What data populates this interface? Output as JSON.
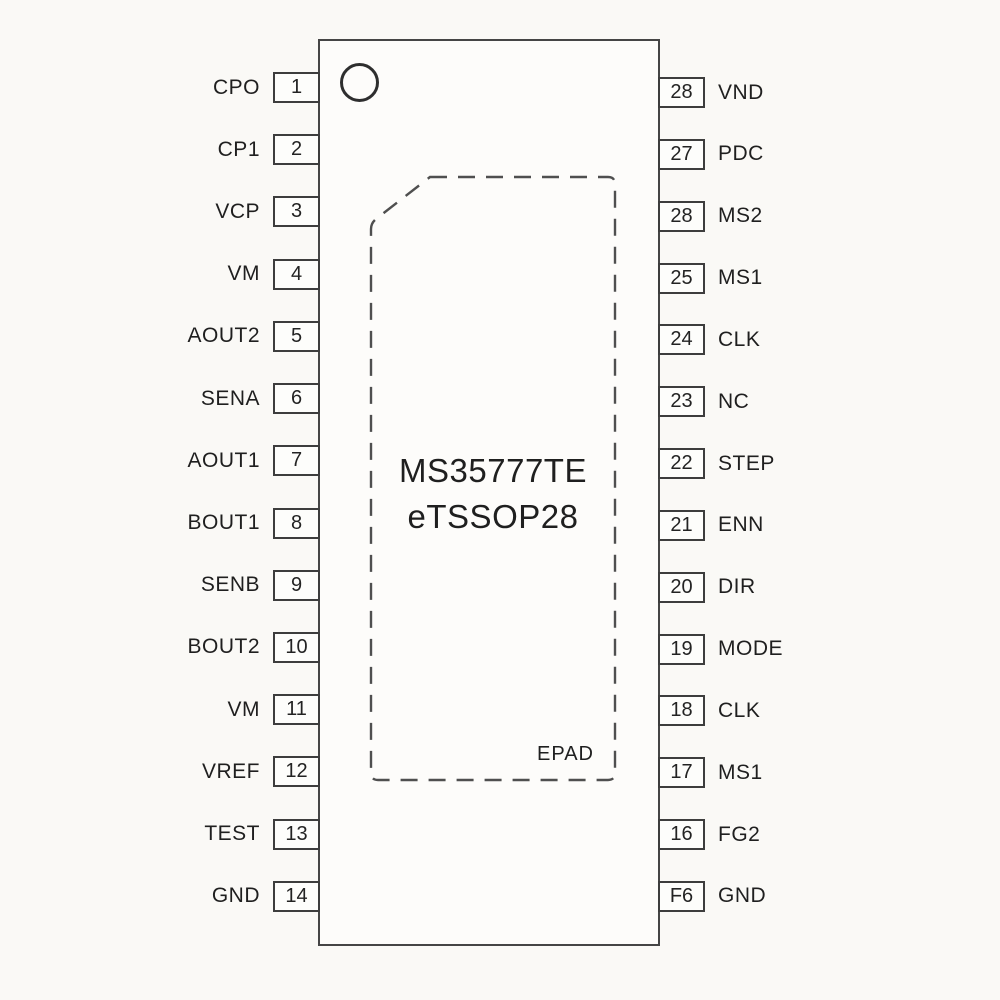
{
  "chip": {
    "part_number": "MS35777TE",
    "package": "eTSSOP28",
    "epad_label": "EPAD"
  },
  "colors": {
    "background": "#faf9f6",
    "line": "#454545",
    "text": "#1f1f1f"
  },
  "icons": {
    "pin1_indicator": "circle"
  },
  "pins": {
    "left": [
      {
        "number": "1",
        "name": "CPO"
      },
      {
        "number": "2",
        "name": "CP1"
      },
      {
        "number": "3",
        "name": "VCP"
      },
      {
        "number": "4",
        "name": "VM"
      },
      {
        "number": "5",
        "name": "AOUT2"
      },
      {
        "number": "6",
        "name": "SENA"
      },
      {
        "number": "7",
        "name": "AOUT1"
      },
      {
        "number": "8",
        "name": "BOUT1"
      },
      {
        "number": "9",
        "name": "SENB"
      },
      {
        "number": "10",
        "name": "BOUT2"
      },
      {
        "number": "11",
        "name": "VM"
      },
      {
        "number": "12",
        "name": "VREF"
      },
      {
        "number": "13",
        "name": "TEST"
      },
      {
        "number": "14",
        "name": "GND"
      }
    ],
    "right": [
      {
        "number": "28",
        "name": "VND"
      },
      {
        "number": "27",
        "name": "PDC"
      },
      {
        "number": "28",
        "name": "MS2"
      },
      {
        "number": "25",
        "name": "MS1"
      },
      {
        "number": "24",
        "name": "CLK"
      },
      {
        "number": "23",
        "name": "NC"
      },
      {
        "number": "22",
        "name": "STEP"
      },
      {
        "number": "21",
        "name": "ENN"
      },
      {
        "number": "20",
        "name": "DIR"
      },
      {
        "number": "19",
        "name": "MODE"
      },
      {
        "number": "18",
        "name": "CLK"
      },
      {
        "number": "17",
        "name": "MS1"
      },
      {
        "number": "16",
        "name": "FG2"
      },
      {
        "number": "F6",
        "name": "GND"
      }
    ]
  }
}
